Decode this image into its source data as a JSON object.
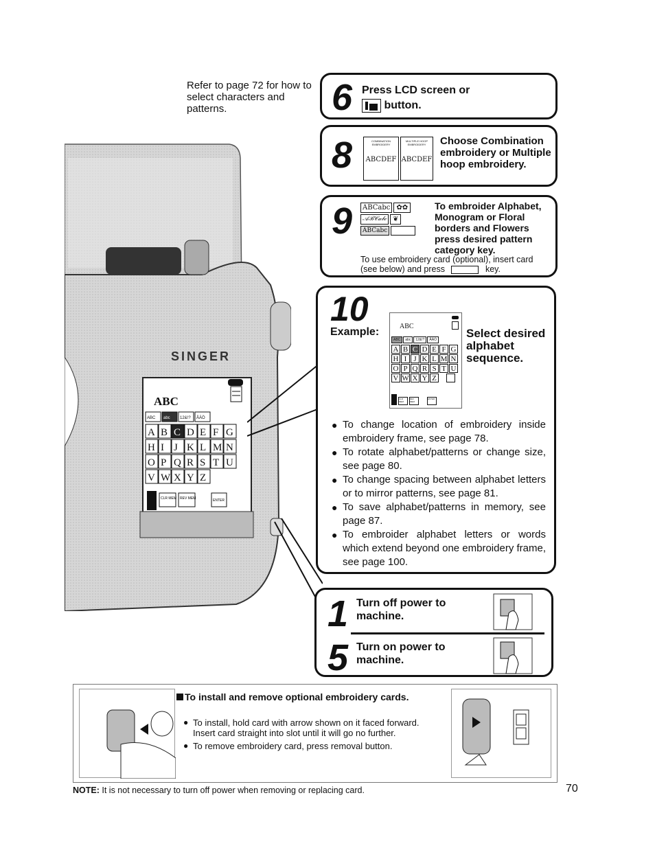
{
  "intro": {
    "text": "Refer to page 72 for how to select characters and patterns."
  },
  "machine": {
    "brand": "SINGER",
    "lcd_abc": "ABC",
    "lcd_tabs": [
      "ABC",
      "abc",
      "12&!?",
      "ÅÄÖ"
    ],
    "lcd_rows": [
      [
        "A",
        "B",
        "C",
        "D",
        "E",
        "F",
        "G"
      ],
      [
        "H",
        "I",
        "J",
        "K",
        "L",
        "M",
        "N"
      ],
      [
        "O",
        "P",
        "Q",
        "R",
        "S",
        "T",
        "U"
      ],
      [
        "V",
        "W",
        "X",
        "Y",
        "Z"
      ]
    ],
    "lcd_keys": [
      "CLR MEM",
      "REV MEM",
      "ENTER"
    ]
  },
  "step6": {
    "num": "6",
    "line1": "Press LCD screen or",
    "line2": "button."
  },
  "step8": {
    "num": "8",
    "key1_top": "COMBINATION EMBROIDERY",
    "key1_main": "ABCDEF",
    "key2_top": "MULTIPLE HOOP EMBROIDERY",
    "key2_main": "ABCDEF",
    "text": "Choose Combination embroidery or Multiple hoop embroidery."
  },
  "step9": {
    "num": "9",
    "key_abc": "ABCabc",
    "key_mono": "𝒜ℬ𝒞𝒶𝒷𝒸",
    "key_small": "ABCabc",
    "text": "To embroider Alphabet, Monogram or Floral borders and Flowers press desired pattern category key.",
    "note_a": "To use embroidery card (optional), insert card",
    "note_b": "(see below) and press",
    "note_c": "key."
  },
  "step10": {
    "num": "10",
    "example": "Example:",
    "screen_abc": "ABC",
    "screen_tabs": [
      "ABC",
      "abc",
      "12&!?",
      "ÅÄÖ"
    ],
    "screen_rows": [
      [
        "A",
        "B",
        "C",
        "D",
        "E",
        "F",
        "G"
      ],
      [
        "H",
        "I",
        "J",
        "K",
        "L",
        "M",
        "N"
      ],
      [
        "O",
        "P",
        "Q",
        "R",
        "S",
        "T",
        "U"
      ],
      [
        "V",
        "W",
        "X",
        "Y",
        "Z"
      ]
    ],
    "screen_keys": [
      "CLR MEM",
      "REV MEM",
      "ENTER"
    ],
    "text": "Select desired alphabet sequence.",
    "bullets": [
      "To change location of embroidery inside embroidery frame, see page 78.",
      "To rotate alphabet/patterns or change size, see page 80.",
      "To change spacing between alphabet letters or to mirror patterns, see page 81.",
      "To save alphabet/patterns in memory, see page 87.",
      "To embroider alphabet letters or words which extend beyond one embroidery frame, see page 100."
    ]
  },
  "step1": {
    "num": "1",
    "text": "Turn off power to machine."
  },
  "step5": {
    "num": "5",
    "text": "Turn on power to machine."
  },
  "card": {
    "title": "To install and remove optional embroidery cards.",
    "b1a": "To install, hold card with arrow shown on it faced forward.",
    "b1b": "Insert card straight into slot until it will go no further.",
    "b2": "To remove embroidery card, press removal button."
  },
  "note": {
    "label": "NOTE:",
    "text": "It is not necessary to turn off power when removing or replacing card."
  },
  "page_number": "70"
}
